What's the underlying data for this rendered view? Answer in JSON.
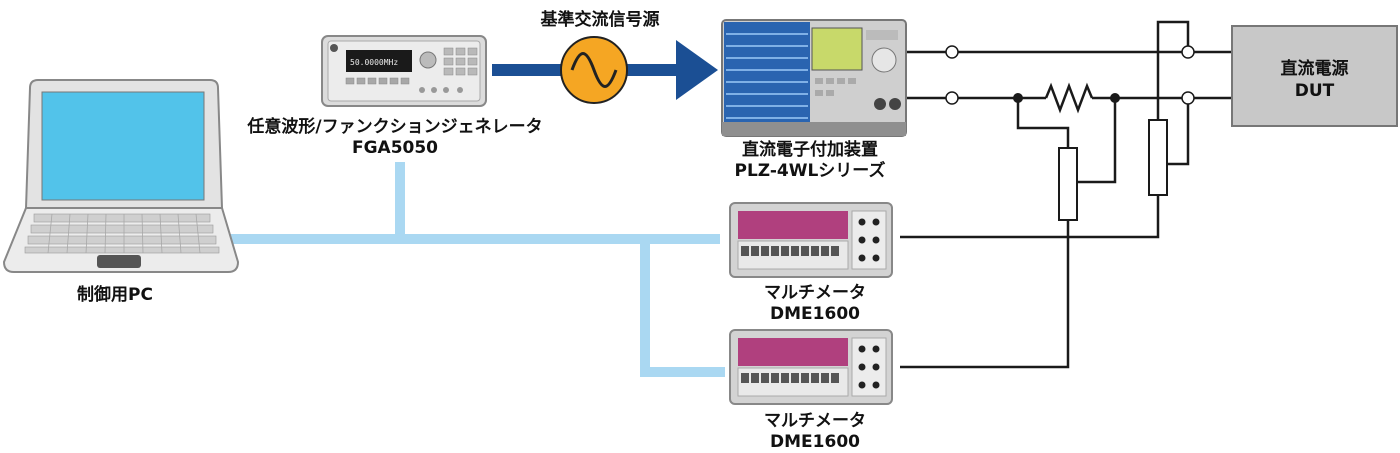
{
  "labels": {
    "pc": {
      "name": "制御用PC"
    },
    "signal_source": {
      "name": "基準交流信号源"
    },
    "function_generator": {
      "name": "任意波形/ファンクションジェネレータ",
      "model": "FGA5050"
    },
    "electronic_load": {
      "name": "直流電子付加装置",
      "model": "PLZ-4WLシリーズ"
    },
    "multimeter_1": {
      "name": "マルチメータ",
      "model": "DME1600"
    },
    "multimeter_2": {
      "name": "マルチメータ",
      "model": "DME1600"
    },
    "dut": {
      "name": "直流電源",
      "model": "DUT"
    }
  },
  "displays": {
    "fga_frequency": "50.0000MHz"
  },
  "colors": {
    "lan_cable": "#aad8f2",
    "signal_arrow": "#1b4f94",
    "sine_fill": "#f5a623",
    "dut_box": "#c8c8c8",
    "multimeter_panel": "#b0407e",
    "load_panel": "#2a64b0",
    "wire": "#1a1a1a"
  }
}
